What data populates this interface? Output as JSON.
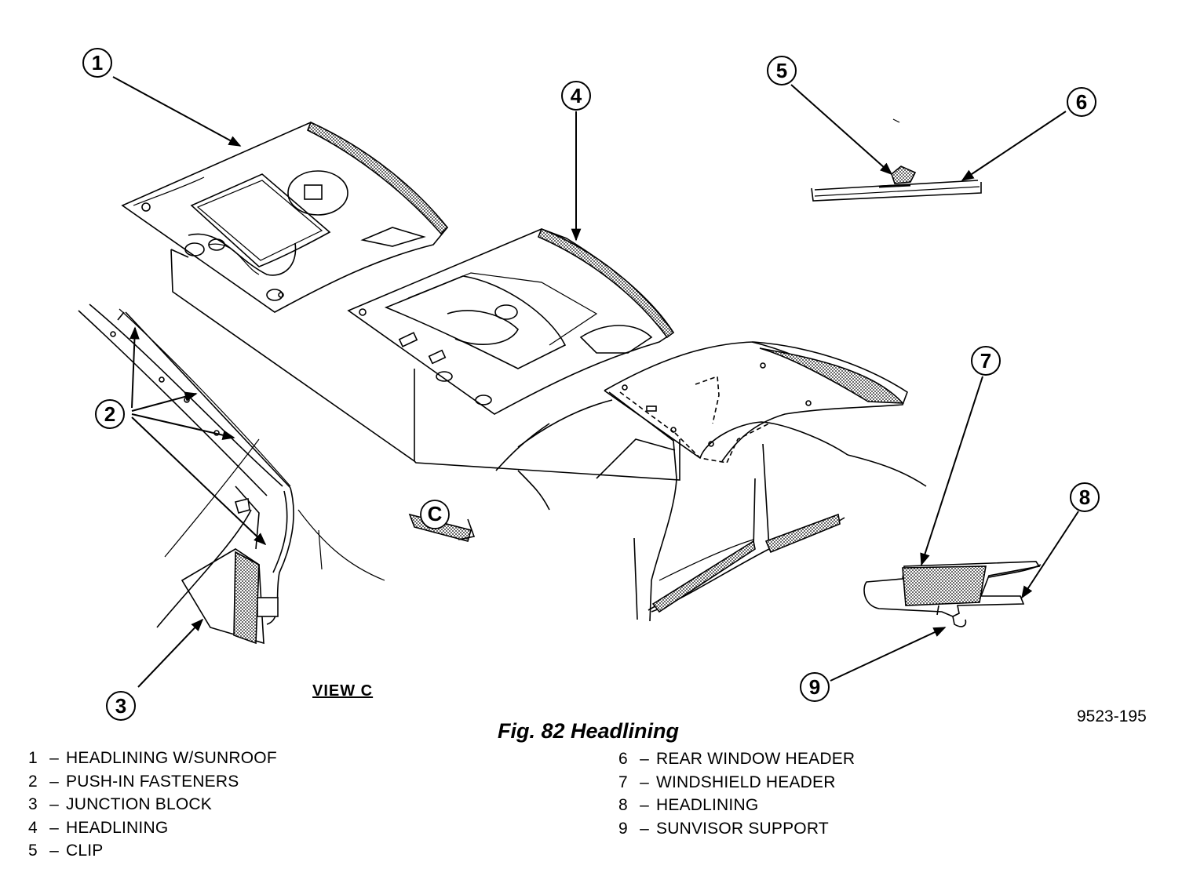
{
  "figure": {
    "title": "Fig. 82 Headlining",
    "code": "9523-195",
    "view_label": "VIEW C",
    "view_marker": "C"
  },
  "callouts": [
    "1",
    "2",
    "3",
    "4",
    "5",
    "6",
    "7",
    "8",
    "9"
  ],
  "legend": {
    "dash": "–",
    "left": [
      {
        "num": "1",
        "label": "HEADLINING W/SUNROOF"
      },
      {
        "num": "2",
        "label": "PUSH-IN FASTENERS"
      },
      {
        "num": "3",
        "label": "JUNCTION BLOCK"
      },
      {
        "num": "4",
        "label": "HEADLINING"
      },
      {
        "num": "5",
        "label": "CLIP"
      }
    ],
    "right": [
      {
        "num": "6",
        "label": "REAR WINDOW HEADER"
      },
      {
        "num": "7",
        "label": "WINDSHIELD HEADER"
      },
      {
        "num": "8",
        "label": "HEADLINING"
      },
      {
        "num": "9",
        "label": "SUNVISOR SUPPORT"
      }
    ]
  }
}
